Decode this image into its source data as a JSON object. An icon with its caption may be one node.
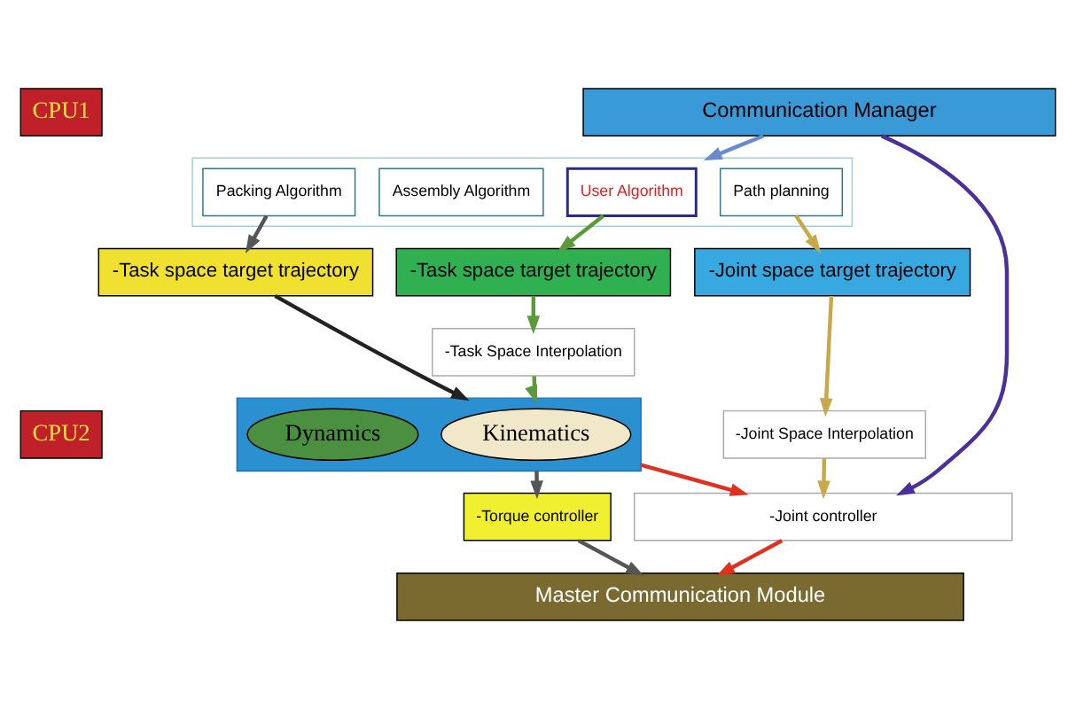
{
  "diagram": {
    "nodes": [
      {
        "text": [
          "CPU1"
        ]
      },
      {
        "text": [
          "Communication Manager"
        ]
      },
      {
        "text": [],
        "shape": "box"
      },
      {
        "text": [
          "Packing Algorithm"
        ],
        "in": 2
      },
      {
        "text": [
          "Assembly Algorithm"
        ],
        "in": 2
      },
      {
        "text": [
          "User Algorithm"
        ],
        "in": 2
      },
      {
        "text": [
          "Path planning"
        ],
        "in": 2
      },
      {
        "text": [
          "-Task space target trajectory"
        ]
      },
      {
        "text": [
          "-Task space target trajectory"
        ]
      },
      {
        "text": [
          "-Joint space target trajectory"
        ]
      },
      {
        "text": [
          "-Task Space Interpolation"
        ]
      },
      {
        "text": [
          "CPU2"
        ]
      },
      {
        "text": [],
        "shape": "box"
      },
      {
        "text": [
          "Dynamics"
        ],
        "in": 12
      },
      {
        "text": [
          "Kinematics"
        ],
        "in": 12
      },
      {
        "text": [
          "-Joint Space Interpolation"
        ]
      },
      {
        "text": [
          "-Torque controller"
        ]
      },
      {
        "text": [
          "-Joint controller"
        ]
      },
      {
        "text": [
          "Master Communication Module"
        ]
      }
    ],
    "edges": [
      {
        "from": 1,
        "to": 2,
        "arrow": "to",
        "color": "#6a8ad0"
      },
      {
        "from": 3,
        "to": 7,
        "arrow": "to",
        "color": "#555555"
      },
      {
        "from": 5,
        "to": 8,
        "arrow": "to",
        "color": "#5a9a3a"
      },
      {
        "from": 6,
        "to": 9,
        "arrow": "to",
        "color": "#c8a84a"
      },
      {
        "from": 7,
        "to": 12,
        "arrow": "to",
        "color": "#222222"
      },
      {
        "from": 8,
        "to": 10,
        "arrow": "to",
        "color": "#5a9a3a"
      },
      {
        "from": 10,
        "to": 12,
        "arrow": "to",
        "color": "#5a9a3a"
      },
      {
        "from": 9,
        "to": 15,
        "arrow": "to",
        "color": "#c8a84a"
      },
      {
        "from": 15,
        "to": 17,
        "arrow": "to",
        "color": "#c8a84a"
      },
      {
        "from": 1,
        "to": 17,
        "arrow": "to",
        "color": "#4b2f9a"
      },
      {
        "from": 12,
        "to": 16,
        "arrow": "to",
        "color": "#555555"
      },
      {
        "from": 12,
        "to": 17,
        "arrow": "to",
        "color": "#e03020"
      },
      {
        "from": 16,
        "to": 18,
        "arrow": "to",
        "color": "#555555"
      },
      {
        "from": 17,
        "to": 18,
        "arrow": "to",
        "color": "#e03020"
      }
    ]
  }
}
